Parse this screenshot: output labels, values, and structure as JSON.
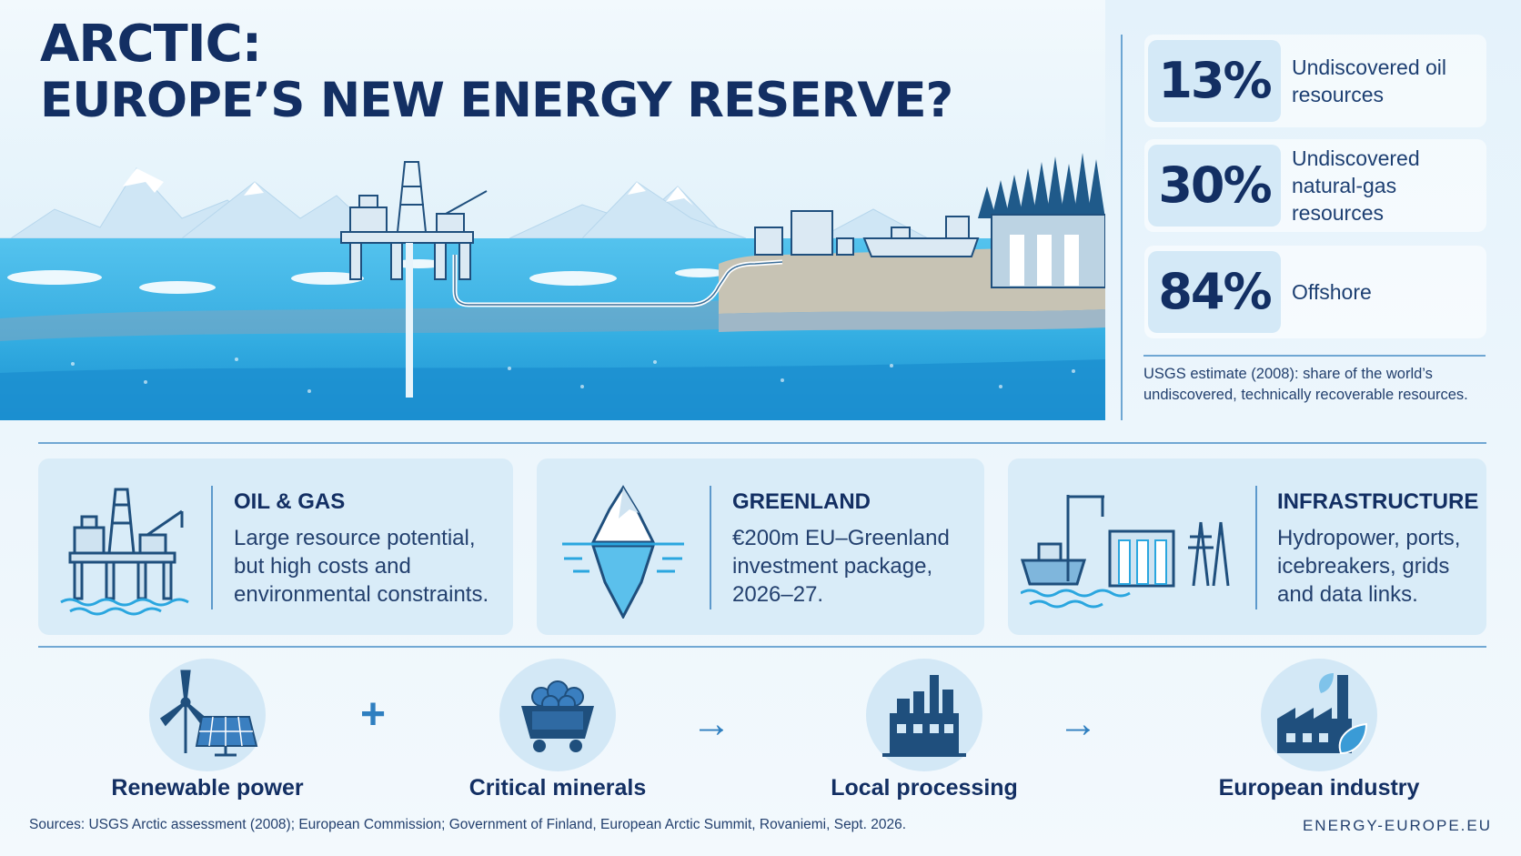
{
  "title": {
    "line1": "ARCTIC:",
    "line2": "EUROPE’S NEW ENERGY RESERVE?"
  },
  "stats": [
    {
      "value": "13%",
      "label": "Undiscovered oil resources"
    },
    {
      "value": "30%",
      "label": "Undiscovered natural-gas resources"
    },
    {
      "value": "84%",
      "label": "Offshore"
    }
  ],
  "stats_note": "USGS estimate (2008): share of the world’s undiscovered, technically recoverable resources.",
  "cards": [
    {
      "title": "OIL & GAS",
      "text": "Large resource potential, but high costs and environmental constraints.",
      "icon": "oil-rig-icon"
    },
    {
      "title": "GREENLAND",
      "text": "€200m EU–Greenland investment package, 2026–27.",
      "icon": "iceberg-icon"
    },
    {
      "title": "INFRASTRUCTURE",
      "text": "Hydropower, ports, icebreakers, grids and data links.",
      "icon": "infrastructure-icon"
    }
  ],
  "flow": [
    {
      "label": "Renewable power",
      "icon": "wind-solar-icon"
    },
    {
      "label": "Critical minerals",
      "icon": "mine-cart-icon"
    },
    {
      "label": "Local processing",
      "icon": "refinery-icon"
    },
    {
      "label": "European industry",
      "icon": "factory-icon"
    }
  ],
  "flow_connectors": [
    "+",
    "→",
    "→"
  ],
  "footer": {
    "sources": "Sources: USGS Arctic assessment (2008); European Commission; Government of Finland, European Arctic Summit, Rovaniemi, Sept. 2026.",
    "brand": "ENERGY-EUROPE.EU"
  },
  "colors": {
    "navy": "#132f63",
    "accent": "#3b86c2",
    "ice": "#d9ecf8",
    "sea": "#2aa6df"
  }
}
